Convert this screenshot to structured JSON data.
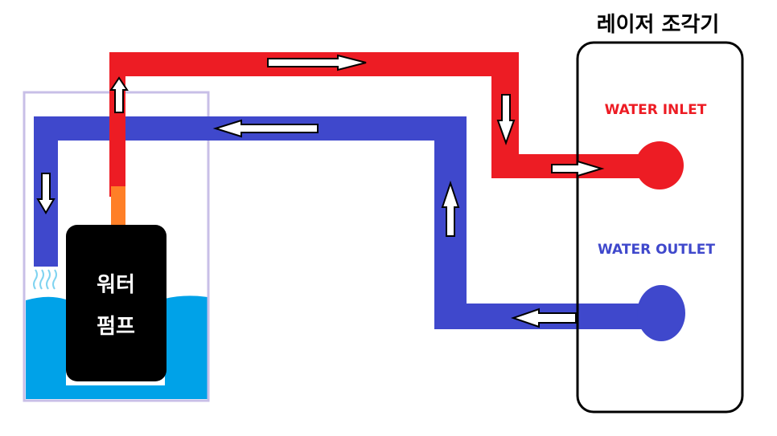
{
  "engraver": {
    "title": "레이저 조각기"
  },
  "ports": {
    "inlet_label": "WATER INLET",
    "outlet_label": "WATER OUTLET"
  },
  "pump": {
    "line1": "워터",
    "line2": "펌프"
  },
  "colors": {
    "inlet_pipe": "#ed1c24",
    "outlet_pipe": "#3f48cc",
    "water": "#00a2e8",
    "pump_body": "#000000",
    "pump_nozzle": "#ff7f27",
    "tank_border": "#c8bfe7",
    "inlet_text": "#ed1c24",
    "outlet_text": "#3f48cc"
  },
  "icons": [
    "arrow-right-icon",
    "arrow-down-icon",
    "arrow-up-icon",
    "arrow-left-icon",
    "water-splash-icon"
  ]
}
